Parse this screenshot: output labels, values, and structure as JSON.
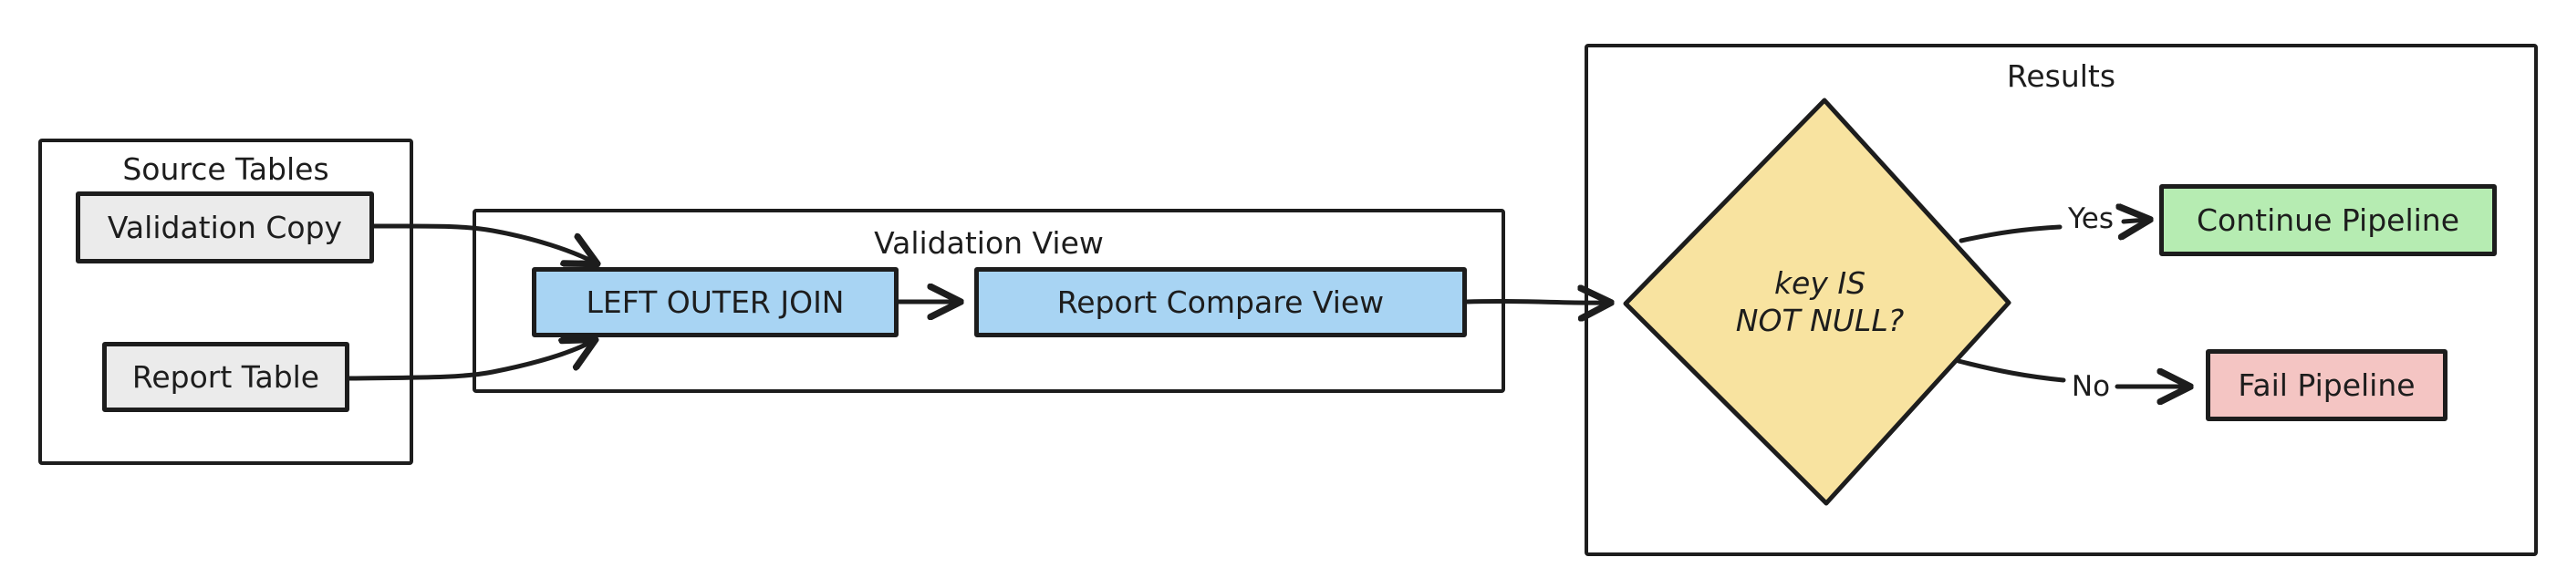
{
  "colors": {
    "stroke": "#1d1d1d",
    "node_gray": "#ebebeb",
    "node_blue": "#a8d4f3",
    "diamond_yellow": "#f8e3a0",
    "node_green": "#b6ecb2",
    "node_pink": "#f4c5c3"
  },
  "source_tables": {
    "title": "Source Tables",
    "validation_copy": "Validation Copy",
    "report_table": "Report Table"
  },
  "validation_view": {
    "title": "Validation View",
    "left_outer_join": "LEFT OUTER JOIN",
    "report_compare_view": "Report Compare View"
  },
  "results": {
    "title": "Results",
    "decision_line1": "key IS",
    "decision_line2": "NOT NULL?",
    "yes_label": "Yes",
    "no_label": "No",
    "continue_pipeline": "Continue Pipeline",
    "fail_pipeline": "Fail Pipeline"
  }
}
